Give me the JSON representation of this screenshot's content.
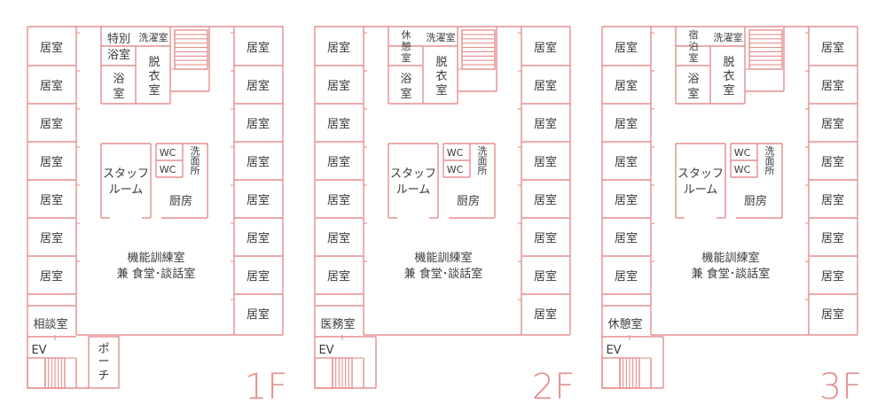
{
  "colors": {
    "line": "#e58f8f",
    "text": "#3a3a3a",
    "background": "#ffffff"
  },
  "room_label": "居室",
  "common": {
    "bath": "浴室",
    "laundry": "洗濯室",
    "dressing": [
      "脱",
      "衣",
      "室"
    ],
    "wc": "WC",
    "washroom": [
      "洗",
      "面",
      "所"
    ],
    "staff_room": [
      "スタッフ",
      "ルーム"
    ],
    "kitchen": "厨房",
    "main_hall": [
      "機能訓練室",
      "兼 食堂･談話室"
    ],
    "ev": "EV"
  },
  "floors": [
    {
      "label": "1F",
      "bath_extra": [
        "特別",
        "浴室"
      ],
      "corner_room": "相談室",
      "porch": [
        "ポ",
        "ー",
        "チ"
      ]
    },
    {
      "label": "2F",
      "bath_extra": [
        "休",
        "憩",
        "室"
      ],
      "corner_room": "医務室"
    },
    {
      "label": "3F",
      "bath_extra": [
        "宿",
        "泊",
        "室"
      ],
      "corner_room": "休憩室"
    }
  ]
}
